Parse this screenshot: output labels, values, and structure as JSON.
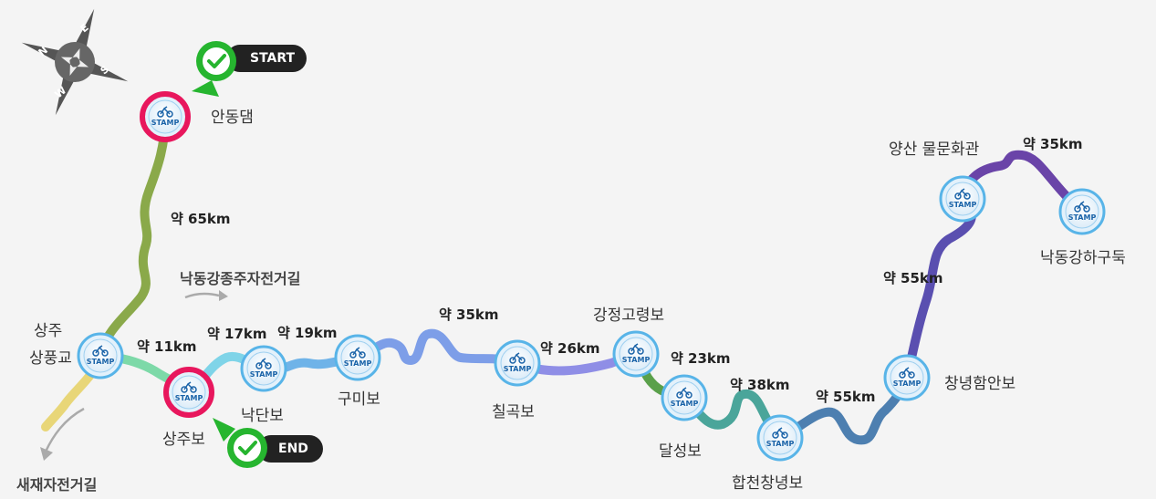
{
  "compass": {
    "n": "N",
    "e": "E",
    "s": "S",
    "w": "W"
  },
  "markers": {
    "start": "START",
    "end": "END"
  },
  "stamp_text": "STAMP",
  "route_labels": {
    "main": "낙동강종주자전거길",
    "side": "새재자전거길"
  },
  "stations": {
    "andong": "안동댐",
    "sangju_top": "상주",
    "sangju_bottom": "상풍교",
    "sangjubo": "상주보",
    "nakdanbo": "낙단보",
    "gumibo": "구미보",
    "chilgokbo": "칠곡보",
    "gangjeong": "강정고령보",
    "dalseong": "달성보",
    "hapcheon": "합천창녕보",
    "changnyeong": "창녕함안보",
    "yangsan": "양산 물문화관",
    "hagudeok": "낙동강하구둑"
  },
  "distances": {
    "d1": "약 65km",
    "d2": "약 11km",
    "d3": "약 17km",
    "d4": "약 19km",
    "d5": "약 35km",
    "d6": "약 26km",
    "d7": "약 23km",
    "d8": "약 38km",
    "d9": "약 55km",
    "d10": "약 55km",
    "d11": "약 35km"
  },
  "colors": {
    "background": "#f4f4f4",
    "seg_andong": "#8aa94a",
    "seg_sangju": "#7dd9a8",
    "seg_nakdan": "#7fd4e8",
    "seg_gumi": "#6fb3e8",
    "seg_chilgok": "#7d9ee8",
    "seg_gangjeong": "#8f8ee6",
    "seg_dalseong": "#5aa04a",
    "seg_hapcheon": "#4aa59a",
    "seg_changnyeong": "#4d7fb0",
    "seg_yangsan": "#5a4fb0",
    "seg_hagudeok": "#6a44a8",
    "side_route": "#e8d678",
    "stamp_ring": "#58b4e8",
    "highlight_ring": "#e8175d",
    "pin_green": "#26b52f",
    "badge_dark": "#222222"
  }
}
